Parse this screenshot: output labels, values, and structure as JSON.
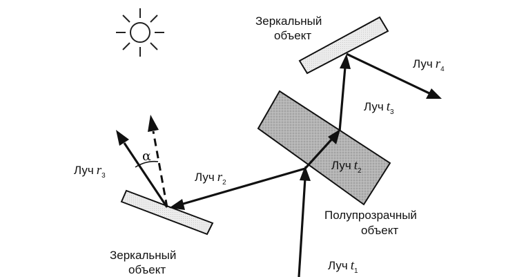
{
  "diagram": {
    "labels": {
      "mirror_top_line1": "Зеркальный",
      "mirror_top_line2": "объект",
      "mirror_left_line1": "Зеркальный",
      "mirror_left_line2": "объект",
      "translucent_line1": "Полупрозрачный",
      "translucent_line2": "объект",
      "alpha": "α"
    },
    "rays": {
      "t1": {
        "prefix": "Луч",
        "symbol": "t",
        "sub": "1"
      },
      "t2": {
        "prefix": "Луч",
        "symbol": "t",
        "sub": "2"
      },
      "t3": {
        "prefix": "Луч",
        "symbol": "t",
        "sub": "3"
      },
      "r2": {
        "prefix": "Луч",
        "symbol": "r",
        "sub": "2"
      },
      "r3": {
        "prefix": "Луч",
        "symbol": "r",
        "sub": "3"
      },
      "r4": {
        "prefix": "Луч",
        "symbol": "r",
        "sub": "4"
      }
    },
    "colors": {
      "ink": "#111111",
      "mirror_fill": "#e6e6e6",
      "translucent_fill": "#b2b2b2"
    },
    "icons": [
      "sun-icon"
    ]
  }
}
